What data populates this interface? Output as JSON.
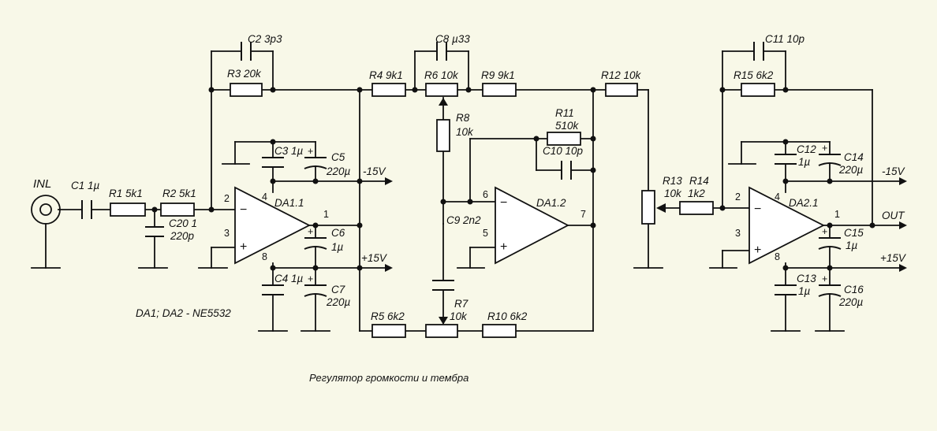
{
  "caption": "Регулятор громкости и тембра",
  "ic_note": "DA1; DA2 - NE5532",
  "input_label": "INL",
  "output_label": "OUT",
  "rails": {
    "neg_1": "-15V",
    "pos_1": "+15V",
    "neg_2": "-15V",
    "pos_2": "+15V"
  },
  "opamps": {
    "da11": "DA1.1",
    "da12": "DA1.2",
    "da21": "DA2.1"
  },
  "pins": {
    "da11_p2": "2",
    "da11_p3": "3",
    "da11_p4": "4",
    "da11_p8": "8",
    "da11_p1": "1",
    "da12_p6": "6",
    "da12_p5": "5",
    "da12_p7": "7",
    "da21_p2": "2",
    "da21_p3": "3",
    "da21_p4": "4",
    "da21_p8": "8",
    "da21_p1": "1"
  },
  "components": {
    "c1": "C1 1µ",
    "r1": "R1 5k1",
    "r2": "R2 5k1",
    "c20": "C20 1",
    "c20_val": "220p",
    "c2": "C2  3p3",
    "r3": "R3 20k",
    "c3": "C3 1µ",
    "c5": "C5",
    "c5_val": "220µ",
    "c6": "C6",
    "c6_val": "1µ",
    "c4": "C4 1µ",
    "c7": "C7",
    "c7_val": "220µ",
    "r4": "R4 9k1",
    "r6": "R6 10k",
    "c8": "C8  µ33",
    "r9": "R9 9k1",
    "r8": "R8",
    "r8_val": "10k",
    "r11": "R11",
    "r11_val": "510k",
    "c10": "C10 10p",
    "c9": "C9  2n2",
    "r5": "R5 6k2",
    "r7": "R7",
    "r7_val": "10k",
    "r10": "R10  6k2",
    "r12": "R12 10k",
    "r13": "R13",
    "r13_val": "10k",
    "r14": "R14",
    "r14_val": "1k2",
    "c11": "C11  10p",
    "r15": "R15  6k2",
    "c12": "C12",
    "c12_val": "1µ",
    "c14": "C14",
    "c14_val": "220µ",
    "c15": "C15",
    "c15_val": "1µ",
    "c13": "C13",
    "c13_val": "1µ",
    "c16": "C16",
    "c16_val": "220µ"
  }
}
